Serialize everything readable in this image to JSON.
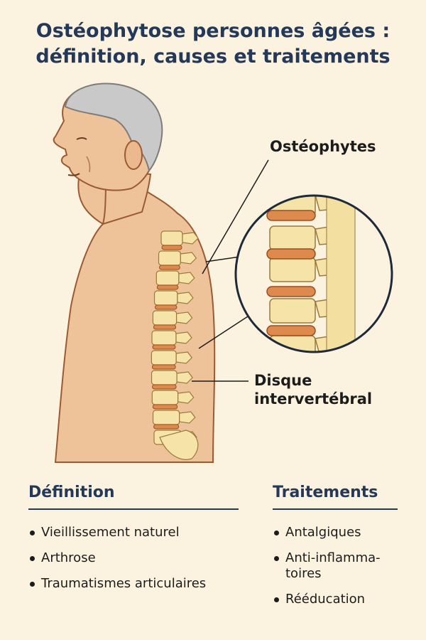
{
  "title": {
    "line1": "Ostéophytose personnes âgées :",
    "line2": "définition, causes et traitements"
  },
  "labels": {
    "osteophytes": "Ostéophytes",
    "disk_line1": "Disque",
    "disk_line2": "intervertébral"
  },
  "definition": {
    "heading": "Définition",
    "items": [
      "Vieillissement naturel",
      "Arthrose",
      "Traumatismes articulaires"
    ]
  },
  "treatments": {
    "heading": "Traitements",
    "items": [
      "Antalgiques",
      "Anti-inflamma-",
      "toires",
      "Rééducation"
    ]
  },
  "colors": {
    "background": "#fbf3df",
    "heading": "#24385a",
    "skin": "#efc39a",
    "bone": "#f5e3a8",
    "disk": "#dd8a4c"
  }
}
